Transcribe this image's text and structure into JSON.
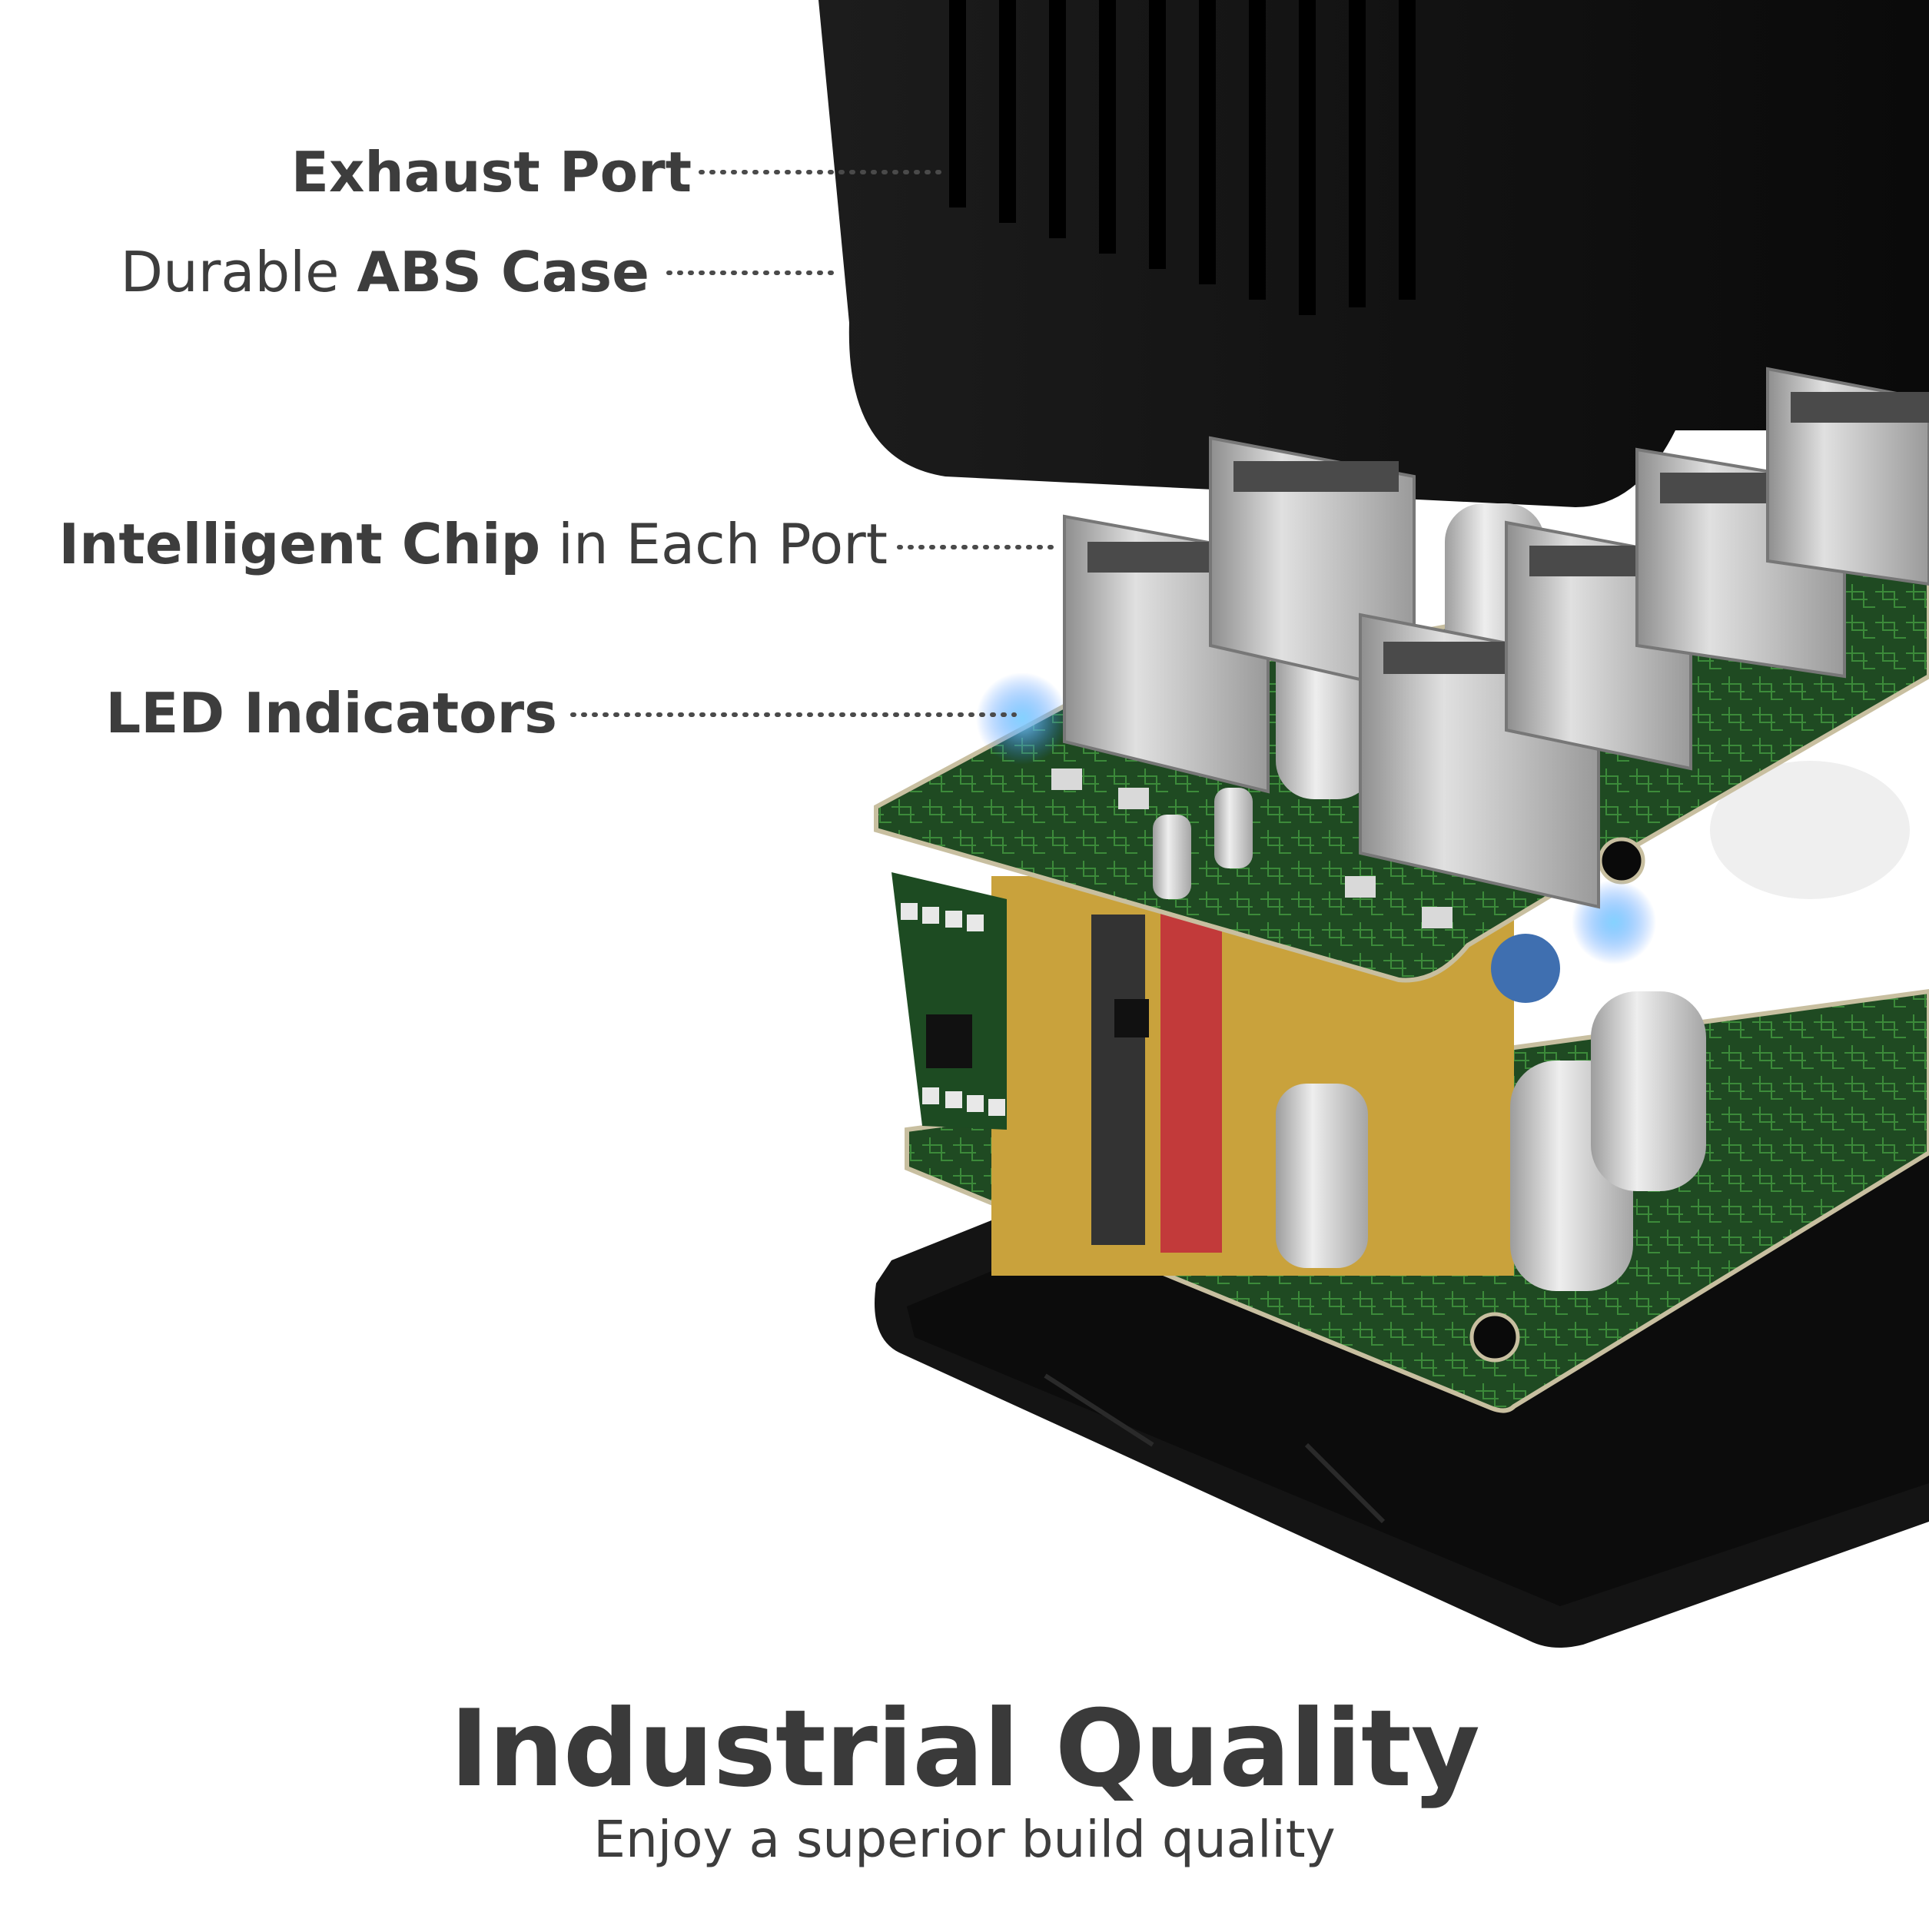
{
  "callouts": {
    "exhaust": {
      "strong": "Exhaust Port"
    },
    "case": {
      "light": "Durable ",
      "strong": "ABS Case"
    },
    "chip": {
      "strong": "Intelligent Chip",
      "light": " in Each Port"
    },
    "led": {
      "strong": "LED Indicators"
    }
  },
  "headline": "Industrial Quality",
  "subline": "Enjoy a superior build quality",
  "colors": {
    "text": "#3d3d3d",
    "case": "#151515",
    "pcb": "#1f4a22",
    "usb_metal": "#b9b9b9",
    "led_glow": "#2a7bff",
    "transformer": "#c9a23c"
  },
  "icons": [
    "usb-port-icon",
    "capacitor-icon",
    "led-glow-icon"
  ]
}
